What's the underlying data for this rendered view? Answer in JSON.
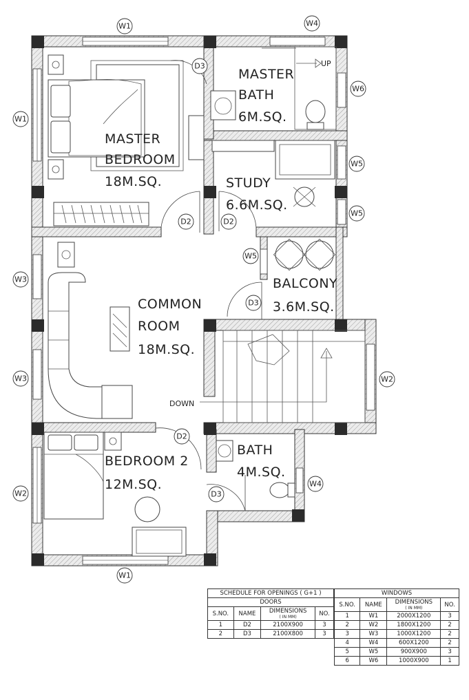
{
  "rooms": {
    "master_bedroom": {
      "name_line1": "MASTER",
      "name_line2": "BEDROOM",
      "area": "18M.SQ."
    },
    "master_bath": {
      "name_line1": "MASTER",
      "name_line2": "BATH",
      "area": "6M.SQ."
    },
    "study": {
      "name": "STUDY",
      "area": "6.6M.SQ."
    },
    "balcony": {
      "name": "BALCONY",
      "area": "3.6M.SQ."
    },
    "common_room": {
      "name_line1": "COMMON",
      "name_line2": "ROOM",
      "area": "18M.SQ."
    },
    "bedroom2": {
      "name": "BEDROOM 2",
      "area": "12M.SQ."
    },
    "bath": {
      "name": "BATH",
      "area": "4M.SQ."
    }
  },
  "annotations": {
    "up": "UP",
    "down": "DOWN"
  },
  "tags": {
    "w1": "W1",
    "w2": "W2",
    "w3": "W3",
    "w4": "W4",
    "w5": "W5",
    "w6": "W6",
    "d2": "D2",
    "d3": "D3"
  },
  "schedule": {
    "title": "SCHEDULE FOR OPENINGS ( G+1 )",
    "doors": {
      "title": "DOORS",
      "headers": [
        "S.NO.",
        "NAME",
        "DIMENSIONS",
        "NO."
      ],
      "dims_unit": "( IN MM)",
      "rows": [
        [
          "1",
          "D2",
          "2100X900",
          "3"
        ],
        [
          "2",
          "D3",
          "2100X800",
          "3"
        ]
      ]
    },
    "windows": {
      "title": "WINDOWS",
      "headers": [
        "S.NO.",
        "NAME",
        "DIMENSIONS",
        "NO."
      ],
      "dims_unit": "( IN MM)",
      "rows": [
        [
          "1",
          "W1",
          "2000X1200",
          "3"
        ],
        [
          "2",
          "W2",
          "1800X1200",
          "2"
        ],
        [
          "3",
          "W3",
          "1000X1200",
          "2"
        ],
        [
          "4",
          "W4",
          "600X1200",
          "2"
        ],
        [
          "5",
          "W5",
          "900X900",
          "3"
        ],
        [
          "6",
          "W6",
          "1000X900",
          "1"
        ]
      ]
    }
  }
}
